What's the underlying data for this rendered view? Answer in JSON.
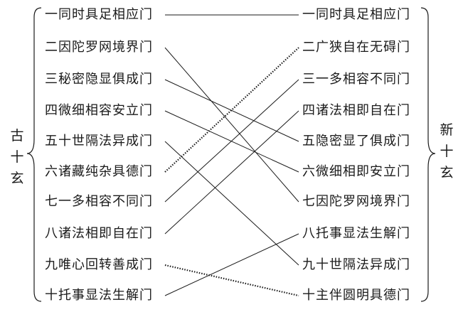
{
  "diagram": {
    "left_group_label": [
      "古",
      "十",
      "玄"
    ],
    "right_group_label": [
      "新",
      "十",
      "玄"
    ],
    "old_gates": [
      "一同时具足相应门",
      "二因陀罗网境界门",
      "三秘密隐显俱成门",
      "四微细相容安立门",
      "五十世隔法异成门",
      "六诸藏纯杂具德门",
      "七一多相容不同门",
      "八诸法相即自在门",
      "九唯心回转善成门",
      "十托事显法生解门"
    ],
    "new_gates": [
      "一同时具足相应门",
      "二广狭自在无碍门",
      "三一多相容不同门",
      "四诸法相即自在门",
      "五隐密显了俱成门",
      "六微细相即安立门",
      "七因陀罗网境界门",
      "八托事显法生解门",
      "九十世隔法异成门",
      "十主伴圆明具德门"
    ],
    "connections": [
      {
        "from": 0,
        "to": 0,
        "style": "solid"
      },
      {
        "from": 1,
        "to": 6,
        "style": "solid"
      },
      {
        "from": 2,
        "to": 4,
        "style": "solid"
      },
      {
        "from": 3,
        "to": 5,
        "style": "solid"
      },
      {
        "from": 4,
        "to": 8,
        "style": "solid"
      },
      {
        "from": 5,
        "to": 1,
        "style": "dotted"
      },
      {
        "from": 6,
        "to": 2,
        "style": "solid"
      },
      {
        "from": 7,
        "to": 3,
        "style": "solid"
      },
      {
        "from": 8,
        "to": 9,
        "style": "dotted"
      },
      {
        "from": 9,
        "to": 7,
        "style": "solid"
      }
    ]
  }
}
